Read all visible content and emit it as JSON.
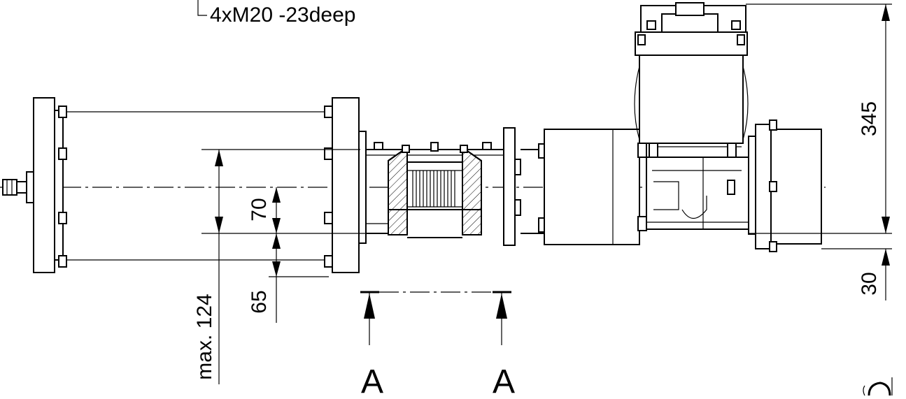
{
  "labels": {
    "thread_note": "4xM20 -23deep",
    "dim_height": "345",
    "dim_bottom": "30",
    "dim_70": "70",
    "dim_65": "65",
    "dim_max": "max. 124",
    "section_left": "A",
    "section_right": "A"
  }
}
